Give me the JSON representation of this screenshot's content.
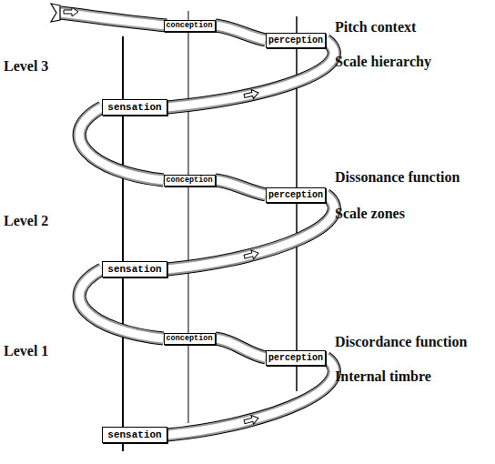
{
  "diagram": {
    "nodes": [
      {
        "text": [
          "conception"
        ]
      },
      {
        "text": [
          "perception"
        ]
      },
      {
        "text": [
          "sensation"
        ]
      },
      {
        "text": [
          "conception"
        ]
      },
      {
        "text": [
          "perception"
        ]
      },
      {
        "text": [
          "sensation"
        ]
      },
      {
        "text": [
          "conception"
        ]
      },
      {
        "text": [
          "perception"
        ]
      },
      {
        "text": [
          "sensation"
        ]
      }
    ],
    "edges": [
      {
        "from": 8,
        "to": 7,
        "arrow": "none"
      },
      {
        "from": 7,
        "to": 6,
        "arrow": "none"
      },
      {
        "from": 6,
        "to": 5,
        "arrow": "none"
      },
      {
        "from": 5,
        "to": 4,
        "arrow": "none"
      },
      {
        "from": 4,
        "to": 3,
        "arrow": "none"
      },
      {
        "from": 3,
        "to": 2,
        "arrow": "none"
      },
      {
        "from": 2,
        "to": 1,
        "arrow": "none"
      },
      {
        "from": 1,
        "to": 0,
        "arrow": "none"
      }
    ],
    "labels": [
      "Level 3",
      "Pitch context",
      "Scale hierarchy",
      "Level 2",
      "Dissonance function",
      "Scale zones",
      "Level 1",
      "Discordance function",
      "Internal timbre"
    ]
  }
}
